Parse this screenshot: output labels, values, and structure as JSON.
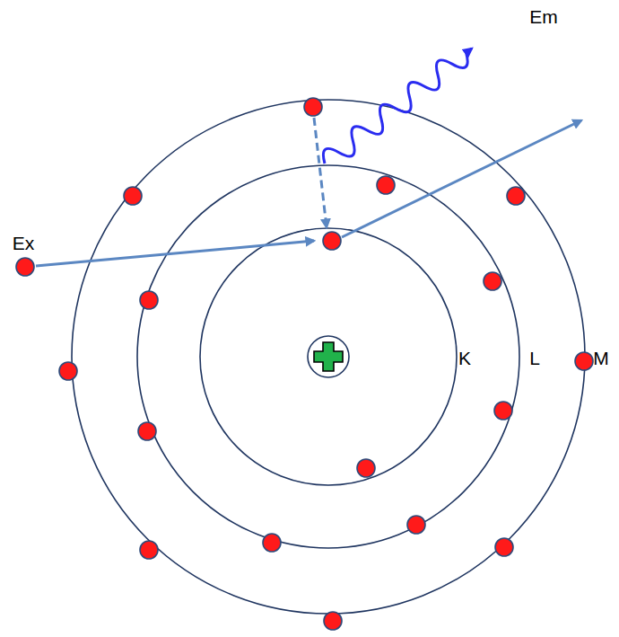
{
  "diagram": {
    "labels": [
      "Em",
      "Ex",
      "K",
      "L",
      "M"
    ]
  }
}
